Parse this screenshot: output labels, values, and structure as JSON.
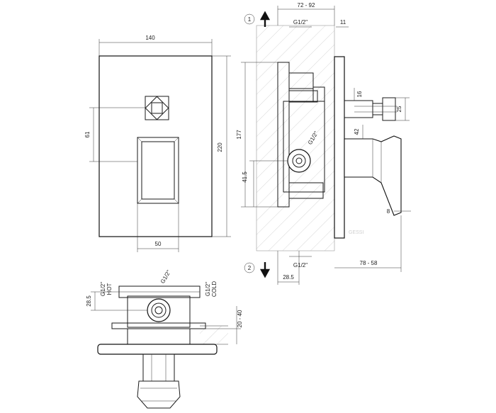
{
  "front_view": {
    "width": "140",
    "height": "220",
    "handle_offset": "61",
    "lever_width": "50"
  },
  "side_view": {
    "arrow_up_index": "1",
    "arrow_down_index": "2",
    "wall_depth": "72 - 92",
    "outlet_thread_top": "G1/2\"",
    "outlet_thread_bottom": "G1/2\"",
    "inlet_thread": "G1/2\"",
    "plate_thickness": "11",
    "spout_offset": "16",
    "spout_diameter": "25",
    "cartridge_diameter": "42",
    "body_height": "177",
    "inlet_height": "41.5",
    "bottom_offset": "28.5",
    "handle_length": "78 - 58",
    "plate_gap": "8",
    "watermark": "GESSI"
  },
  "bottom_view": {
    "hot_label_thread": "G1/2\"",
    "hot_label": "HOT",
    "cold_label_thread": "G1/2\"",
    "cold_label": "COLD",
    "center_thread": "G1/2\"",
    "hot_offset": "28.5",
    "wall_depth": "20 - 40"
  }
}
